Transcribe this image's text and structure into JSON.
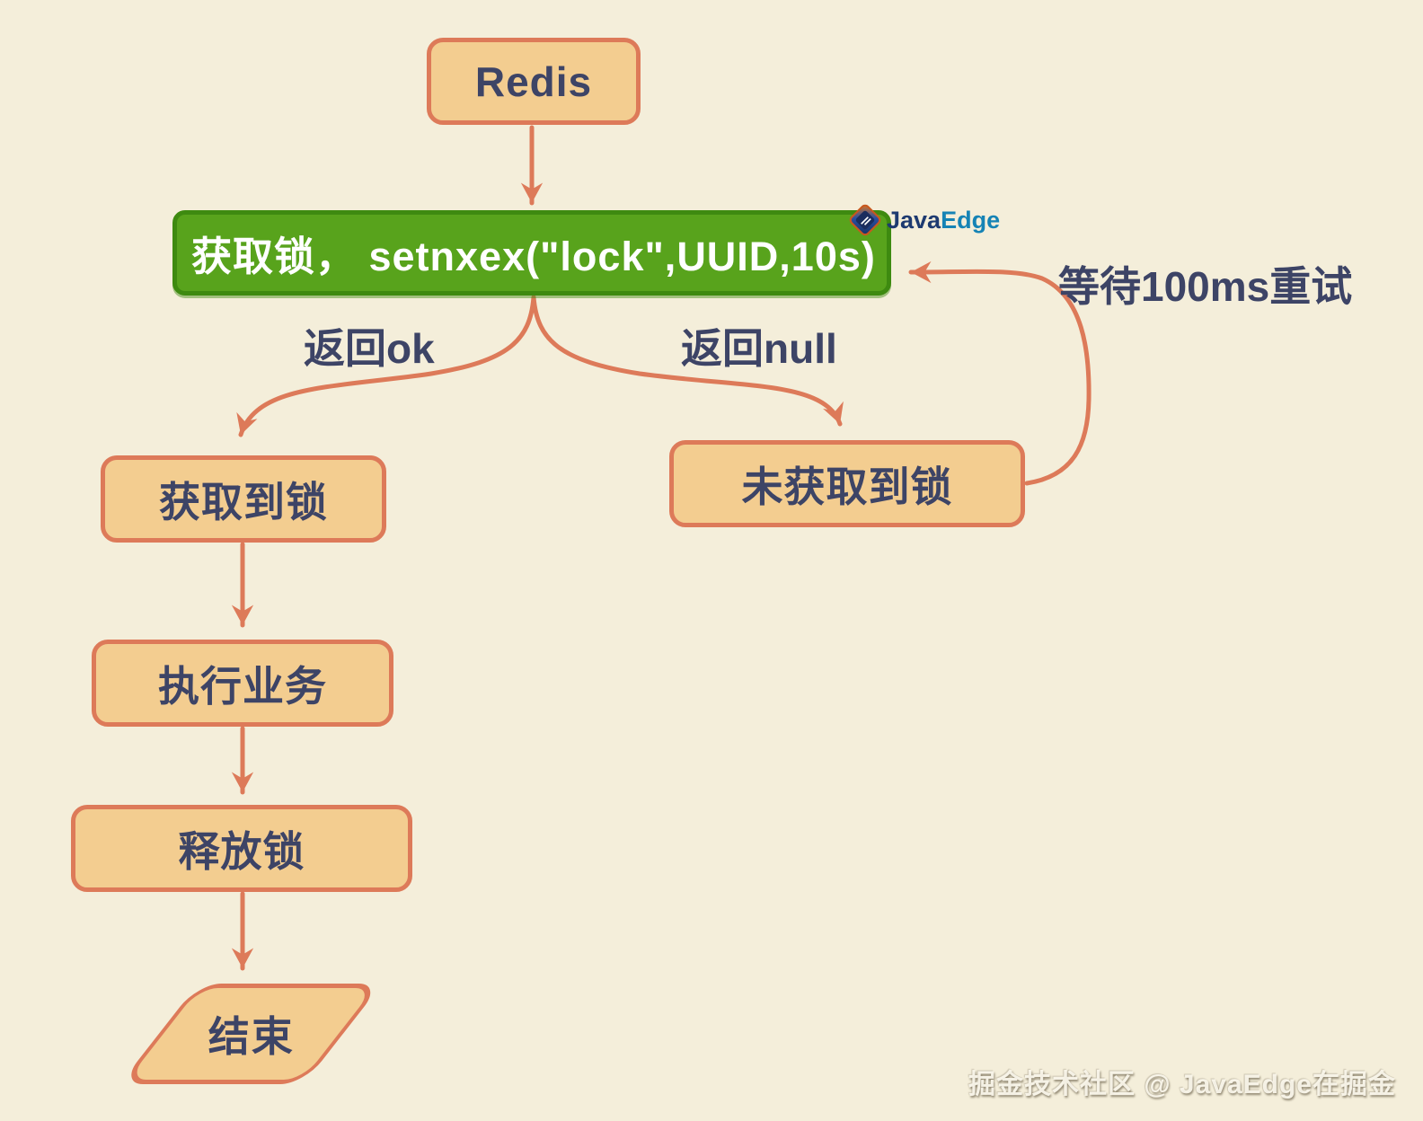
{
  "nodes": {
    "redis": {
      "label": "Redis"
    },
    "acquire": {
      "label": "获取锁， setnxex(\"lock\",UUID,10s)"
    },
    "locked": {
      "label": "获取到锁"
    },
    "not_locked": {
      "label": "未获取到锁"
    },
    "business": {
      "label": "执行业务"
    },
    "release": {
      "label": "释放锁"
    },
    "end": {
      "label": "结束"
    }
  },
  "edge_labels": {
    "ok": {
      "label": "返回ok"
    },
    "null_result": {
      "label": "返回null"
    },
    "retry": {
      "label": "等待100ms重试"
    }
  },
  "logo": {
    "java": "Java",
    "edge": "Edge",
    "icon": "javaedge-diamond-icon"
  },
  "watermark": {
    "text": "掘金技术社区 @ JavaEdge在掘金"
  },
  "colors": {
    "background": "#f4eeda",
    "node_fill": "#f3cd90",
    "node_border": "#dd7a59",
    "arrow": "#dd7a59",
    "green_fill": "#58a31c",
    "green_border": "#3e8a10",
    "text_dark": "#3d4466",
    "text_light": "#ffffff",
    "logo_java": "#1d3a70",
    "logo_edge": "#1583b5"
  }
}
